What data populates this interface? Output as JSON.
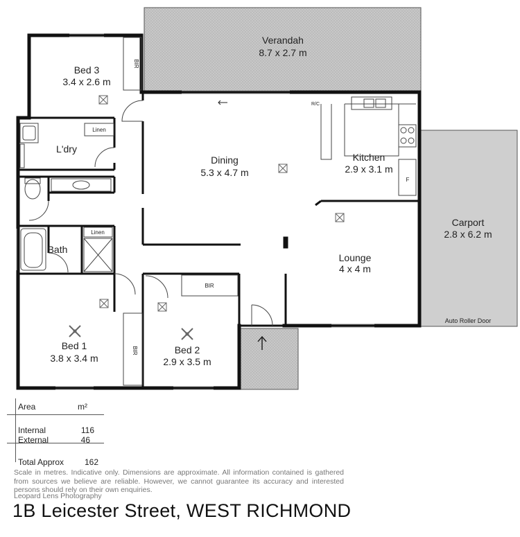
{
  "rooms": [
    {
      "id": "verandah",
      "name": "Verandah",
      "dims": "8.7 x 2.7 m"
    },
    {
      "id": "bed3",
      "name": "Bed 3",
      "dims": "3.4 x 2.6 m"
    },
    {
      "id": "dining",
      "name": "Dining",
      "dims": "5.3 x 4.7 m"
    },
    {
      "id": "kitchen",
      "name": "Kitchen",
      "dims": "2.9 x 3.1 m"
    },
    {
      "id": "carport",
      "name": "Carport",
      "dims": "2.8 x 6.2 m"
    },
    {
      "id": "lounge",
      "name": "Lounge",
      "dims": "4 x 4 m"
    },
    {
      "id": "bed1",
      "name": "Bed 1",
      "dims": "3.8 x 3.4 m"
    },
    {
      "id": "bed2",
      "name": "Bed 2",
      "dims": "2.9 x 3.5 m"
    },
    {
      "id": "laundry",
      "name": "L'dry",
      "dims": ""
    },
    {
      "id": "bath",
      "name": "Bath",
      "dims": ""
    }
  ],
  "small_labels": {
    "bir_bed3": "BIR",
    "bir_bed1": "BIR",
    "bir_bed2": "BIR",
    "linen_laundry": "Linen",
    "linen_hall": "Linen",
    "rc": "R/C",
    "fridge": "F",
    "roller_door": "Auto Roller Door"
  },
  "area_table": {
    "header_label": "Area",
    "unit": "m²",
    "internal_label": "Internal",
    "internal_value": "116",
    "external_label": "External",
    "external_value": "46",
    "total_label": "Total Approx",
    "total_value": "162"
  },
  "disclaimer": "Scale in metres. Indicative only. Dimensions are approximate. All information contained is gathered from sources we believe are reliable. However, we cannot guarantee its accuracy and interested persons should rely on their own enquiries.",
  "company": "Leopard Lens Photography",
  "address": "1B Leicester Street, WEST RICHMOND",
  "colors": {
    "wall": "#111111",
    "outdoor_fill": "#c8c8c8",
    "line": "#555555"
  }
}
